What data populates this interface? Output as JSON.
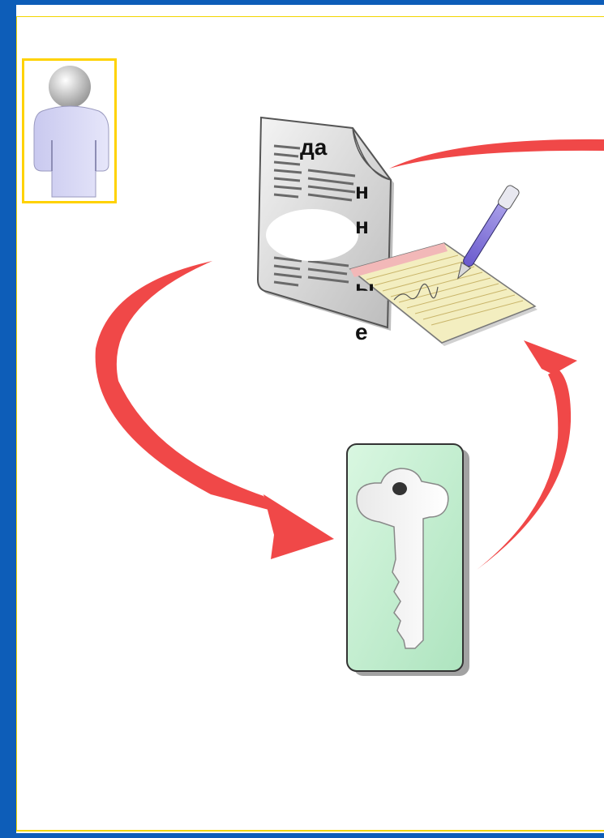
{
  "document": {
    "vertical_text": [
      "да",
      "н",
      "н",
      "ы",
      "е"
    ]
  },
  "icons": {
    "user": "user-person-icon",
    "document": "document-icon",
    "signature": "signed-paper-pen-icon",
    "key": "key-card-icon"
  },
  "colors": {
    "frame": "#0d5db8",
    "accent": "#ffd200",
    "arrow": "#f04848",
    "key_card": "#c6f0d2"
  }
}
